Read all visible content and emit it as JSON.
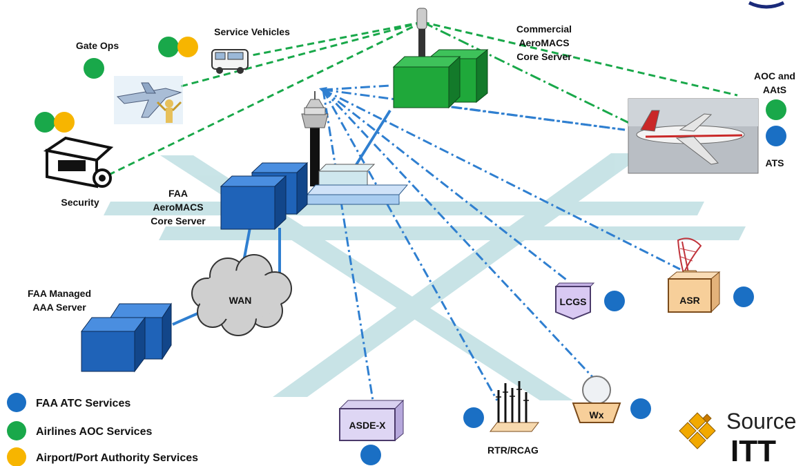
{
  "labels": {
    "gate_ops": "Gate Ops",
    "service_vehicles": "Service Vehicles",
    "commercial_server_l1": "Commercial",
    "commercial_server_l2": "AeroMACS",
    "commercial_server_l3": "Core Server",
    "aoc_l1": "AOC and",
    "aoc_l2": "AAtS",
    "ats": "ATS",
    "security": "Security",
    "faa_server_l1": "FAA",
    "faa_server_l2": "AeroMACS",
    "faa_server_l3": "Core Server",
    "aaa_l1": "FAA Managed",
    "aaa_l2": "AAA Server",
    "wan": "WAN",
    "lcgs": "LCGS",
    "asr": "ASR",
    "asde": "ASDE-X",
    "rtr": "RTR/RCAG",
    "wx": "Wx"
  },
  "legend": [
    {
      "label": "FAA ATC Services",
      "color": "#1a6fc4"
    },
    {
      "label": "Airlines AOC Services",
      "color": "#19a84a"
    },
    {
      "label": "Airport/Port Authority Services",
      "color": "#f7b500"
    }
  ],
  "brand": {
    "line1": "Source",
    "line2": "ITT"
  },
  "colors": {
    "faa_blue": "#1a6fc4",
    "airline_green": "#19a84a",
    "airport_yellow": "#f7b500",
    "server_blue": "#1f63b8",
    "server_green": "#1fa83a",
    "runway": "#bfdfe2"
  }
}
